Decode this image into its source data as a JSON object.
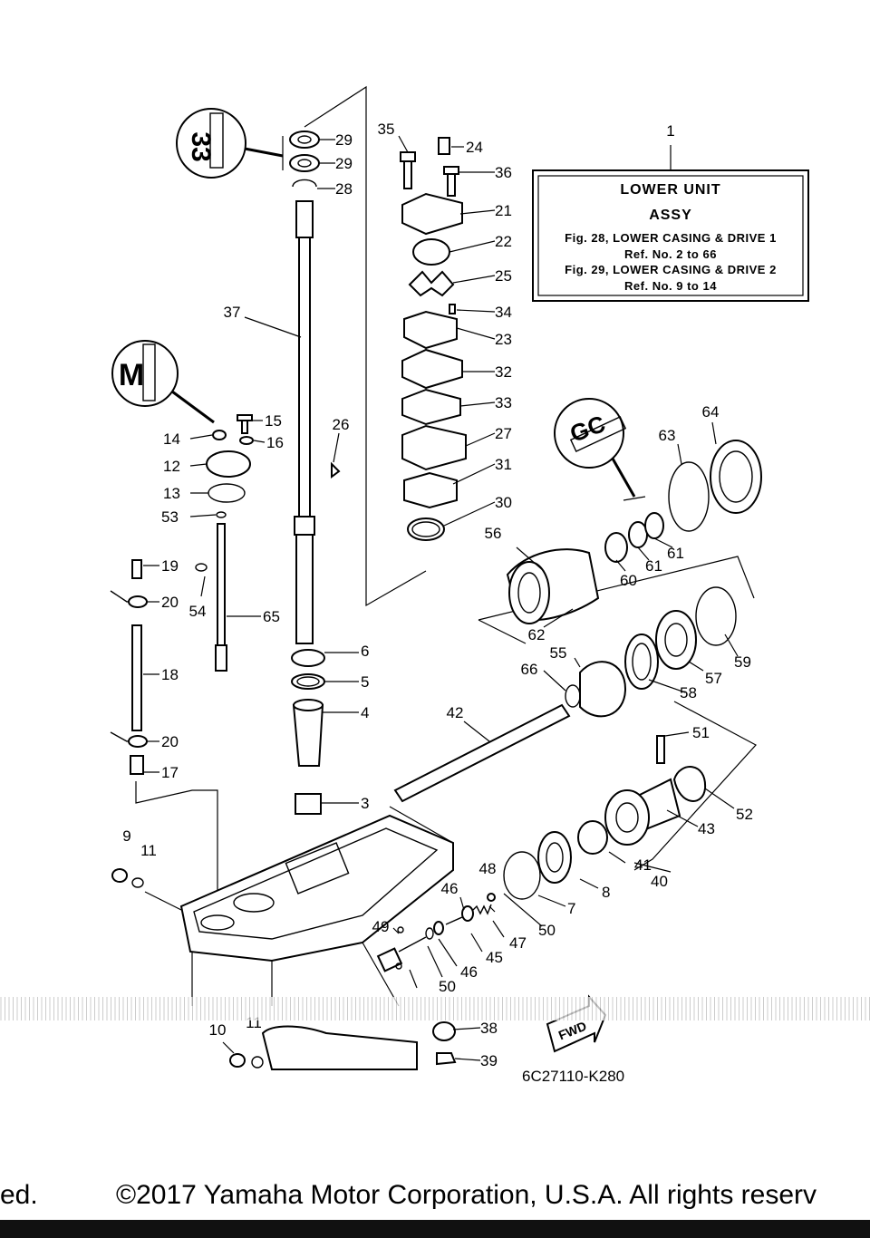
{
  "title_box": {
    "line1": "LOWER UNIT",
    "line2": "ASSY",
    "line3": "Fig. 28, LOWER CASING & DRIVE 1",
    "line4": "Ref. No. 2 to 66",
    "line5": "Fig. 29, LOWER CASING & DRIVE 2",
    "line6": "Ref. No. 9 to 14"
  },
  "part_numbers": {
    "p1": "1",
    "p3": "3",
    "p4": "4",
    "p5": "5",
    "p6": "6",
    "p7": "7",
    "p8": "8",
    "p9": "9",
    "p10": "10",
    "p11a": "11",
    "p11b": "11",
    "p12": "12",
    "p13": "13",
    "p14": "14",
    "p15": "15",
    "p16": "16",
    "p17": "17",
    "p18": "18",
    "p19": "19",
    "p20a": "20",
    "p20b": "20",
    "p21": "21",
    "p22": "22",
    "p23": "23",
    "p24": "24",
    "p25": "25",
    "p26": "26",
    "p27": "27",
    "p28": "28",
    "p29a": "29",
    "p29b": "29",
    "p30": "30",
    "p31": "31",
    "p32": "32",
    "p33": "33",
    "p34": "34",
    "p35": "35",
    "p36": "36",
    "p37": "37",
    "p38": "38",
    "p39": "39",
    "p40": "40",
    "p41": "41",
    "p42": "42",
    "p43": "43",
    "p45": "45",
    "p46a": "46",
    "p46b": "46",
    "p47": "47",
    "p48": "48",
    "p49": "49",
    "p50a": "50",
    "p50b": "50",
    "p51": "51",
    "p52": "52",
    "p53": "53",
    "p54": "54",
    "p55": "55",
    "p56": "56",
    "p57": "57",
    "p58": "58",
    "p59": "59",
    "p60": "60",
    "p61a": "61",
    "p61b": "61",
    "p62": "62",
    "p63": "63",
    "p64": "64",
    "p65": "65",
    "p66": "66"
  },
  "callouts": {
    "grease_a": "33",
    "grease_b": "M",
    "grease_c": "GC"
  },
  "fwd_mark": "FWD",
  "drawing_code": "6C27110-K280",
  "copyright_left": "ed.",
  "copyright_main": "©2017 Yamaha Motor Corporation, U.S.A. All rights reserv"
}
